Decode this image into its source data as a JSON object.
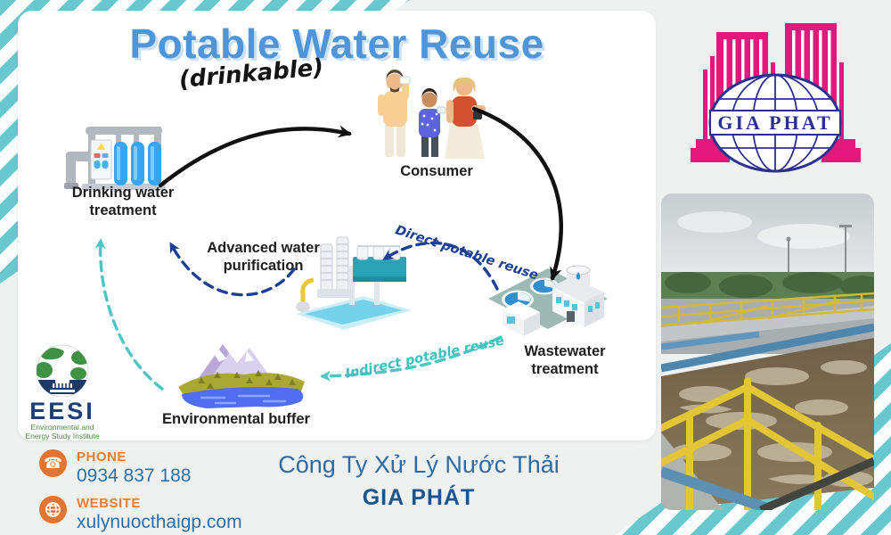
{
  "title": {
    "main": "Potable Water Reuse",
    "sub": "(drinkable)"
  },
  "diagram": {
    "drinking_line1": "Drinking water",
    "drinking_line2": "treatment",
    "consumer": "Consumer",
    "advanced_line1": "Advanced water",
    "advanced_line2": "purification",
    "wastewater_line1": "Wastewater",
    "wastewater_line2": "treatment",
    "buffer": "Environmental buffer",
    "direct_flow": "Direct potable reuse",
    "indirect_flow": "Indirect potable reuse"
  },
  "eesi": {
    "name": "EESI",
    "tagline_line1": "Environmental and",
    "tagline_line2": "Energy Study Institute"
  },
  "logo": {
    "text": "GIA PHAT"
  },
  "footer": {
    "phone_label": "PHONE",
    "phone_number": "0934 837 188",
    "website_label": "WEBSITE",
    "website_url": "xulynuocthaigp.com",
    "company_line1": "Công Ty Xử Lý Nước Thải",
    "company_line2": "GIA PHÁT"
  },
  "colors": {
    "stripe_teal": "#68c8ce",
    "title_blue": "#4e95d9",
    "logo_magenta": "#e2187d",
    "logo_navy": "#2b2f8f",
    "arrow_navy": "#1c3f93",
    "arrow_teal": "#4cc5c3",
    "accent_orange": "#e4742f",
    "footer_blue": "#2d6fa8",
    "eesi_green": "#4b8f3f"
  }
}
